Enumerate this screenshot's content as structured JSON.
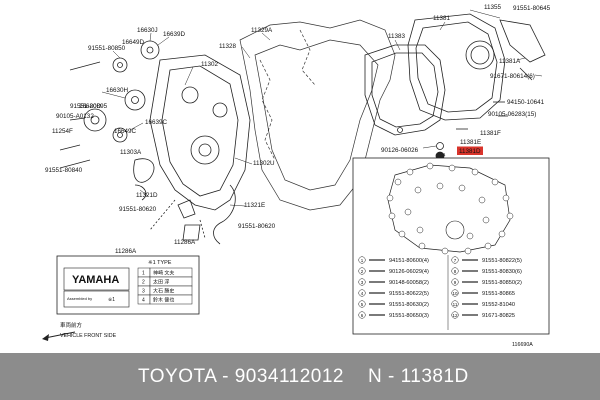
{
  "footer": {
    "brand": "TOYOTA",
    "separator": " - ",
    "part_number": "9034112012",
    "right_prefix": "N",
    "ref_code": "11381D"
  },
  "diagram": {
    "highlight_color": "#d9342b",
    "highlighted_label": "11381D",
    "code": "116690A",
    "front_label_jp": "車両前方",
    "front_label_en": "VEHICLE FRONT SIDE",
    "callouts": [
      "16630J",
      "16639D",
      "91551-80850",
      "16649D",
      "11302",
      "11328",
      "11329A",
      "11383",
      "11381",
      "11355",
      "91551-80645",
      "11381A",
      "91671-80614(6)",
      "16630H",
      "91551-80895",
      "16620D",
      "90105-A0132",
      "11254F",
      "16649C",
      "16639C",
      "94150-10641",
      "90105-06283(15)",
      "11381F",
      "11381E",
      "90126-06026",
      "11303A",
      "11302U",
      "91551-80840",
      "11321D",
      "11321E",
      "91551-80620",
      "91551-80620",
      "11286A",
      "11286A"
    ],
    "label_box": {
      "note": "※1 TYPE",
      "logo": "YAMAHA",
      "assembled_by": "Assembled by",
      "ref": "※1",
      "table": [
        [
          "1",
          "神崎 文夫"
        ],
        [
          "2",
          "太田 浮"
        ],
        [
          "3",
          "大石 勝史"
        ],
        [
          "4",
          "鈴木 健也"
        ]
      ]
    },
    "legend_left": [
      {
        "num": "1",
        "part": "94151-80600(4)"
      },
      {
        "num": "2",
        "part": "90126-06029(4)"
      },
      {
        "num": "3",
        "part": "90148-60058(2)"
      },
      {
        "num": "4",
        "part": "91551-80622(5)"
      },
      {
        "num": "5",
        "part": "91551-80630(2)"
      },
      {
        "num": "6",
        "part": "91551-80650(3)"
      }
    ],
    "legend_right": [
      {
        "num": "7",
        "part": "91551-80822(5)"
      },
      {
        "num": "8",
        "part": "91551-80830(6)"
      },
      {
        "num": "9",
        "part": "91551-80850(2)"
      },
      {
        "num": "10",
        "part": "91551-80865"
      },
      {
        "num": "11",
        "part": "91552-81040"
      },
      {
        "num": "12",
        "part": "91671-80825"
      }
    ]
  }
}
